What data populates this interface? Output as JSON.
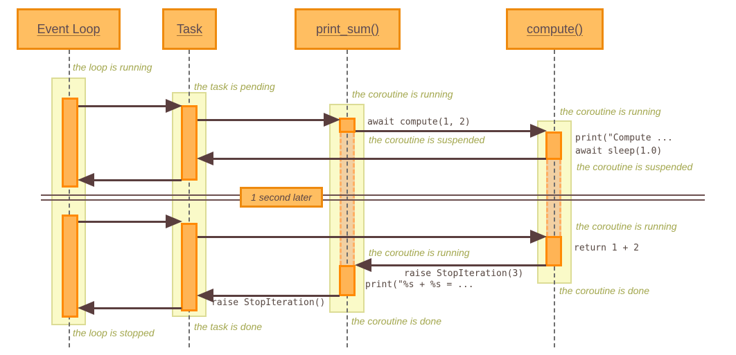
{
  "participants": [
    {
      "label": "Event Loop"
    },
    {
      "label": "Task"
    },
    {
      "label": "print_sum()"
    },
    {
      "label": "compute()"
    }
  ],
  "divider": {
    "label": "1 second later"
  },
  "notes": [
    {
      "text": "the loop is running"
    },
    {
      "text": "the task is pending"
    },
    {
      "text": "the coroutine is running"
    },
    {
      "text": "the coroutine is running"
    },
    {
      "text": "the coroutine is suspended"
    },
    {
      "text": "the coroutine is suspended"
    },
    {
      "text": "the coroutine is running"
    },
    {
      "text": "the coroutine is running"
    },
    {
      "text": "the coroutine is done"
    },
    {
      "text": "the coroutine is done"
    },
    {
      "text": "the task is done"
    },
    {
      "text": "the loop is stopped"
    }
  ],
  "code_labels": [
    {
      "text": "await compute(1, 2)"
    },
    {
      "text": "print(\"Compute ..."
    },
    {
      "text": "await sleep(1.0)"
    },
    {
      "text": "return 1 + 2"
    },
    {
      "text": "raise StopIteration(3)"
    },
    {
      "text": "print(\"%s + %s = ..."
    },
    {
      "text": "raise StopIteration()"
    }
  ],
  "colors": {
    "header_fill": "#FFBE61",
    "header_border": "#EE8A0E",
    "header_text": "#5C4A52",
    "band_fill": "#FAFAC8",
    "band_border": "#DCDC96",
    "bar_fill": "#FFB455",
    "bar_border": "#FF8A05",
    "suspended_fill": "#F2D0A2",
    "suspended_border": "#FFAE62",
    "arrow": "#5A3E3E",
    "note": "#A3A74E",
    "code": "#564741",
    "lifeline": "#6E6E6E",
    "divider_line": "#6B4F4F",
    "divider_text": "#5A4444"
  }
}
